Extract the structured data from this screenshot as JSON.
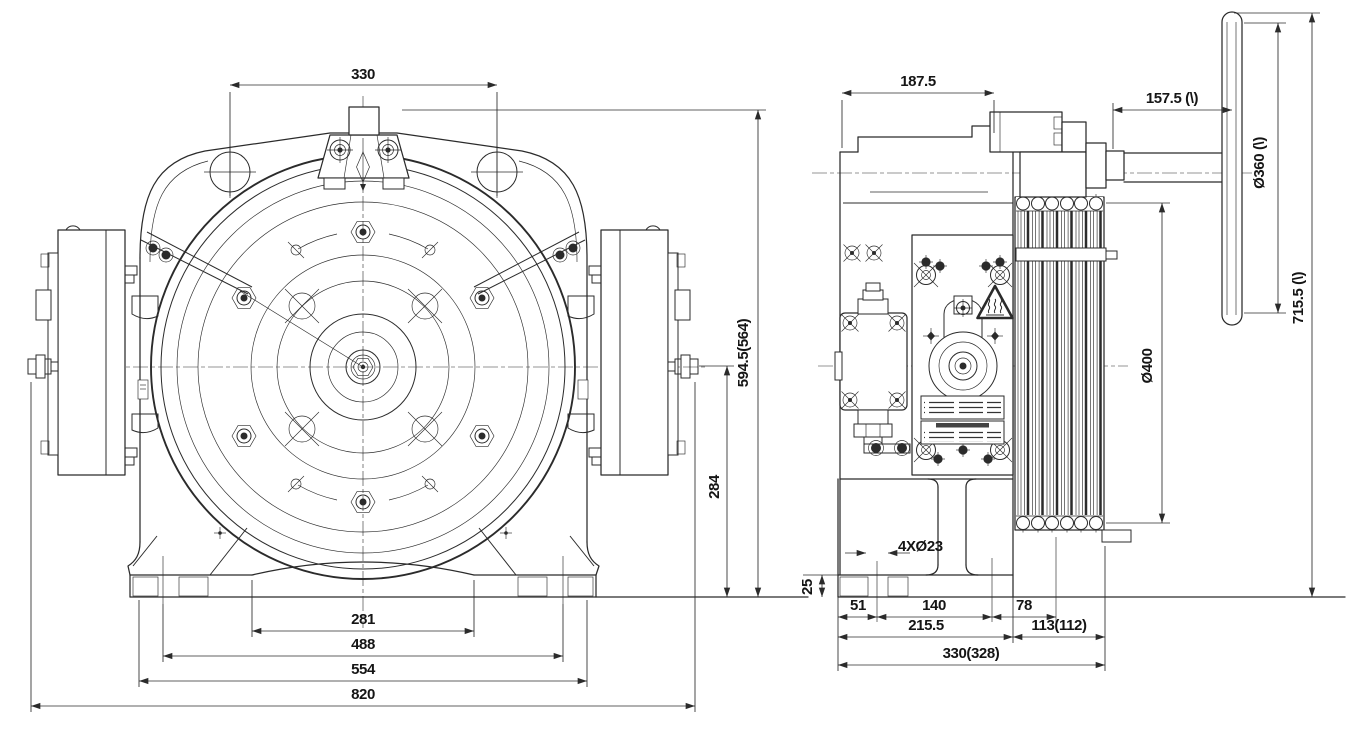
{
  "meta": {
    "background": "#ffffff",
    "line_color": "#2b2b2b",
    "drawing_type": "elevator gearless traction machine, 2-view dimension drawing"
  },
  "dims": {
    "front": {
      "top_bracket_width": "330",
      "overall_height": "594.5(564)",
      "shaft_height": "284",
      "base_arch_width": "281",
      "foot_hole_span": "488",
      "frame_width": "554",
      "overall_width": "820"
    },
    "side": {
      "housing_depth": "187.5",
      "handwheel_offset": "157.5 (\\)",
      "handwheel_diameter": "Ø360 (\\)",
      "overall_height": "715.5 (\\)",
      "sheave_diameter": "Ø400",
      "foot_holes": "4XØ23",
      "base_plate_height": "25",
      "foot_edge_to_hole": "51",
      "foot_hole_pitch": "140",
      "hole_to_rope_center": "78",
      "body_depth": "215.5",
      "sheave_overhang": "113(112)",
      "overall_depth": "330(328)"
    }
  }
}
